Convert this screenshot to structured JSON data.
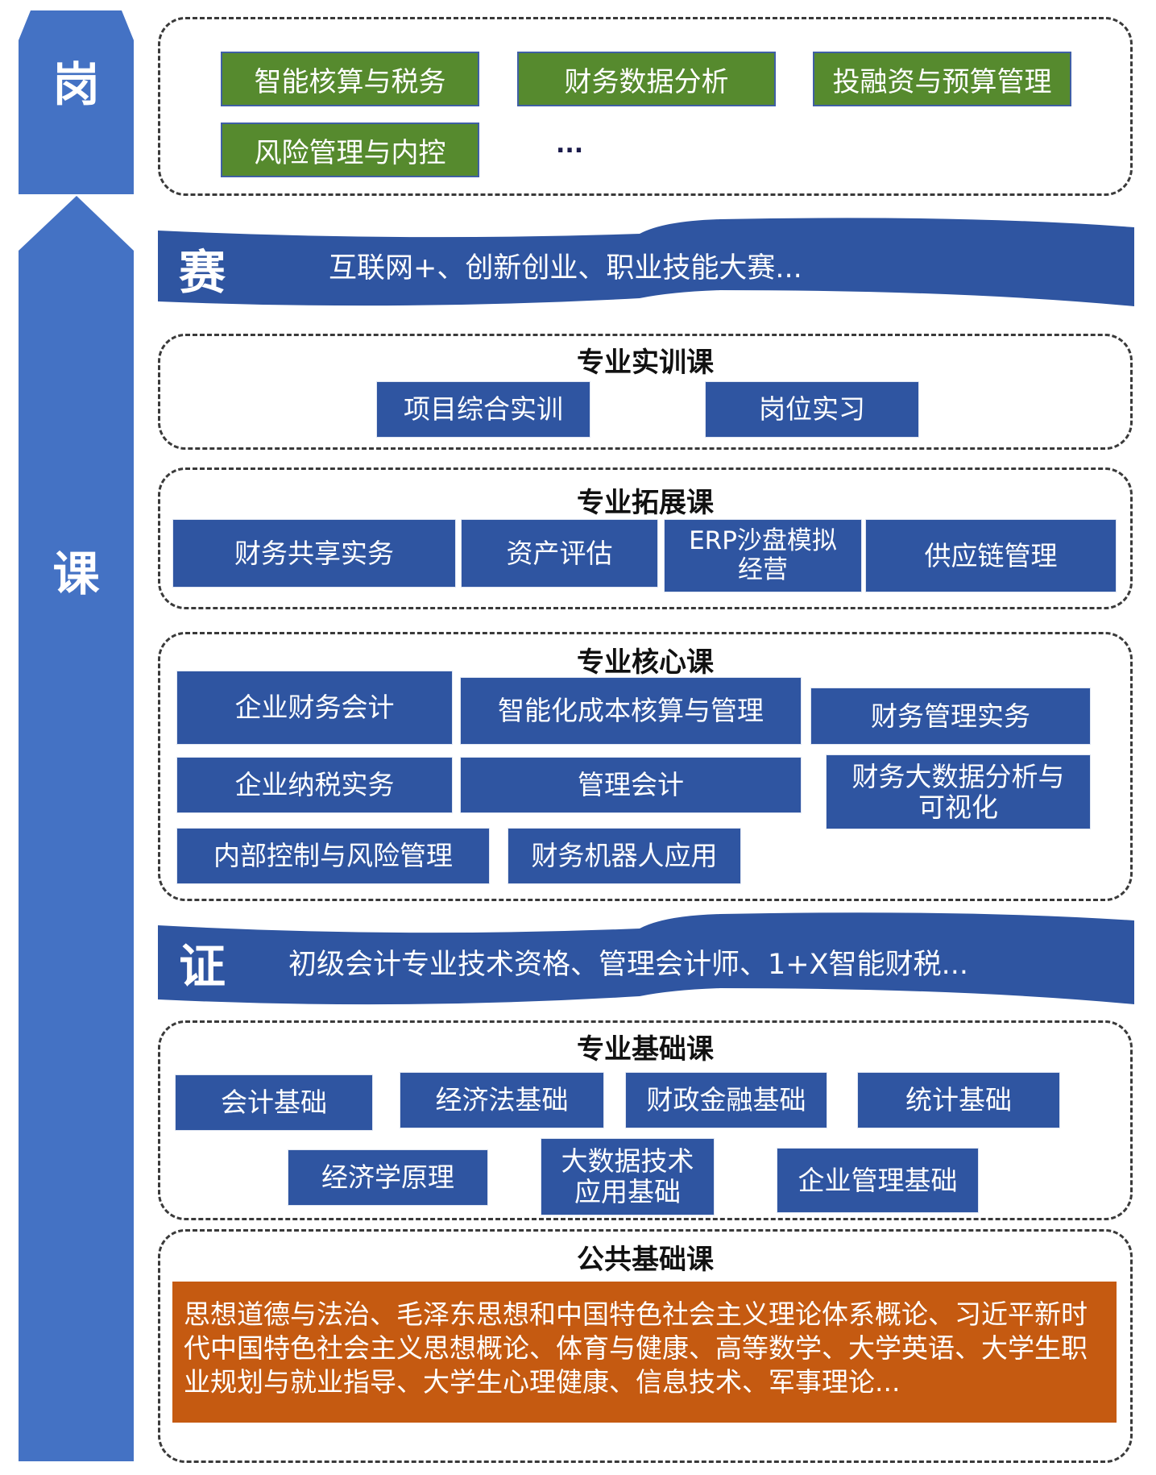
{
  "colors": {
    "column_blue": "#4472c4",
    "box_blue": "#2f55a1",
    "green": "#568a2e",
    "orange": "#c55a11"
  },
  "left_column": {
    "top_label": "岗",
    "main_label": "课"
  },
  "jobs": {
    "items": [
      "智能核算与税务",
      "财务数据分析",
      "投融资与预算管理",
      "风险管理与内控"
    ],
    "more": "..."
  },
  "competition_band": {
    "label": "赛",
    "text": "互联网+、创新创业、职业技能大赛..."
  },
  "practical_training": {
    "title": "专业实训课",
    "items": [
      "项目综合实训",
      "岗位实习"
    ]
  },
  "extension": {
    "title": "专业拓展课",
    "items": [
      "财务共享实务",
      "资产评估",
      "ERP沙盘模拟经营",
      "供应链管理"
    ]
  },
  "core": {
    "title": "专业核心课",
    "items": [
      "企业财务会计",
      "智能化成本核算与管理",
      "财务管理实务",
      "企业纳税实务",
      "管理会计",
      "财务大数据分析与可视化",
      "内部控制与风险管理",
      "财务机器人应用"
    ]
  },
  "certificate_band": {
    "label": "证",
    "text": "初级会计专业技术资格、管理会计师、1+X智能财税..."
  },
  "foundation": {
    "title": "专业基础课",
    "items": [
      "会计基础",
      "经济法基础",
      "财政金融基础",
      "统计基础",
      "经济学原理",
      "大数据技术应用基础",
      "企业管理基础"
    ]
  },
  "public": {
    "title": "公共基础课",
    "text": "思想道德与法治、毛泽东思想和中国特色社会主义理论体系概论、习近平新时代中国特色社会主义思想概论、体育与健康、高等数学、大学英语、大学生职业规划与就业指导、大学生心理健康、信息技术、军事理论..."
  }
}
